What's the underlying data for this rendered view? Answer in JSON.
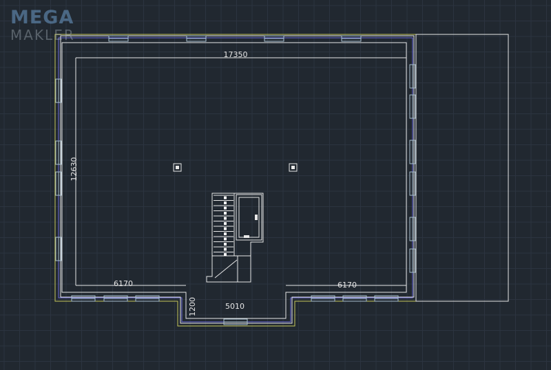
{
  "watermark": {
    "line1": "MEGA",
    "line2": "MAKLER"
  },
  "dimensions": {
    "top_length": "17350",
    "left_height": "12630",
    "bottom_left_length": "6170",
    "bottom_right_length": "6170",
    "entrance_width": "5010",
    "entrance_depth": "1200"
  },
  "colors": {
    "background": "#212830",
    "grid": "#2c3440",
    "wall": "#e8e8e8",
    "outline": "#c8c85a",
    "window": "#a9c1cf",
    "inner_line": "#6a6ad8"
  }
}
